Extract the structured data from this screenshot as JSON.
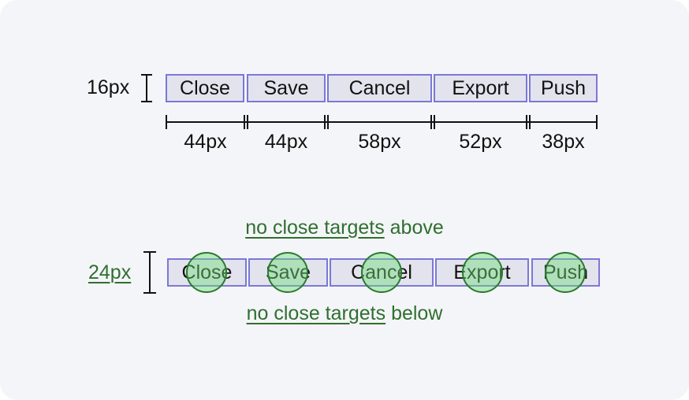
{
  "top_row": {
    "height_label": "16px",
    "buttons": [
      "Close",
      "Save",
      "Cancel",
      "Export",
      "Push"
    ],
    "widths": [
      "44px",
      "44px",
      "58px",
      "52px",
      "38px"
    ]
  },
  "bottom_row": {
    "height_label": "24px",
    "buttons": [
      "Close",
      "Save",
      "Cancel",
      "Export",
      "Push"
    ],
    "note_above": {
      "link": "no close targets",
      "rest": "above"
    },
    "note_below": {
      "link": "no close targets",
      "rest": "below"
    }
  },
  "colors": {
    "button_border": "#7b78d6",
    "button_fill": "#e3e3ee",
    "target_fill": "#9fe3a6",
    "target_stroke": "#2a7a2e",
    "note_text": "#2f6f2f"
  }
}
